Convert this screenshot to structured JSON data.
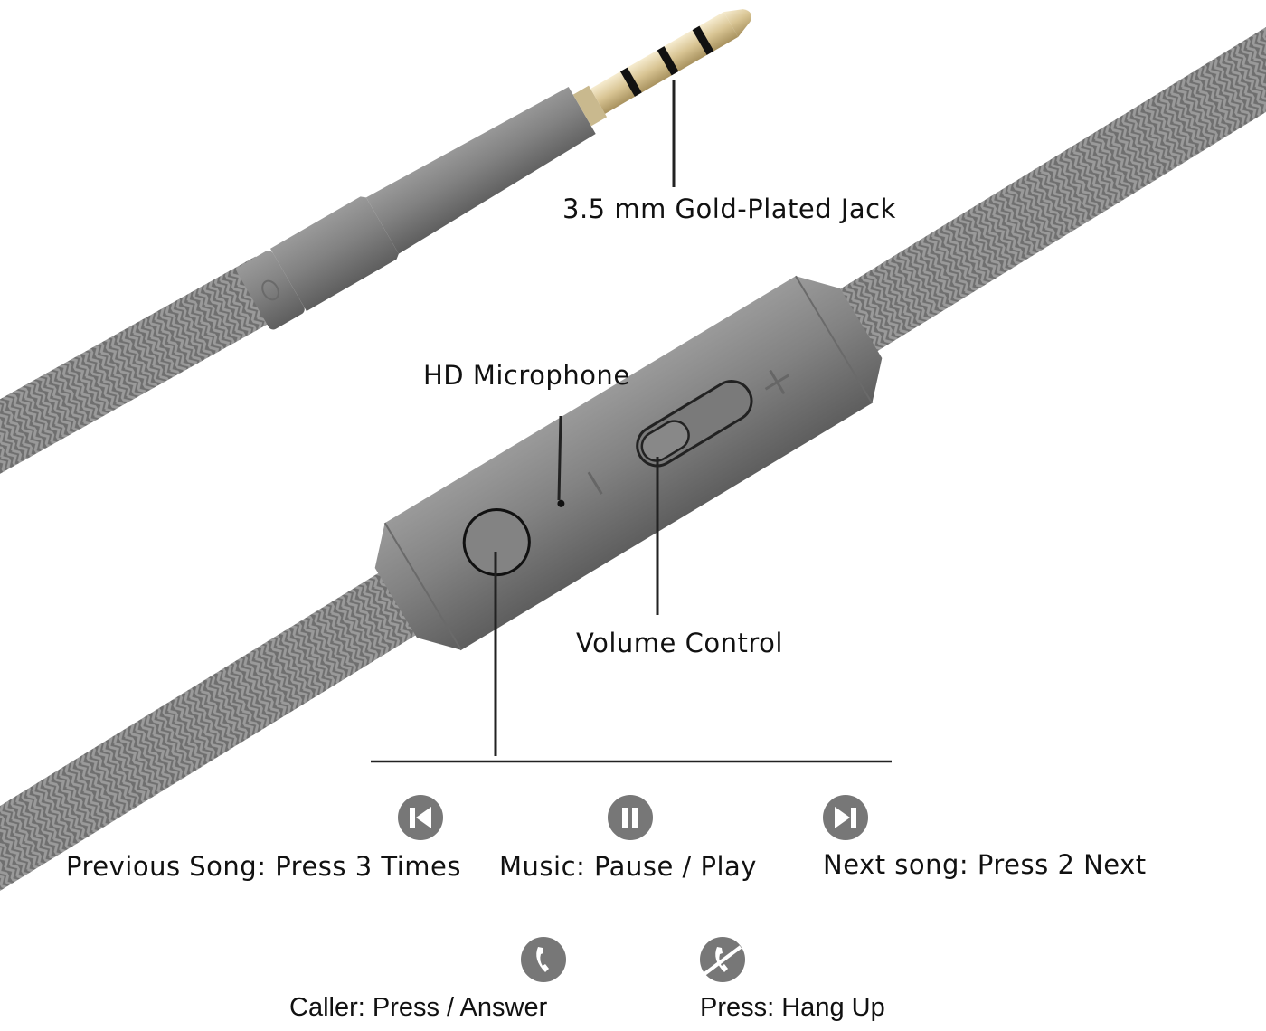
{
  "callouts": {
    "jack": "3.5 mm Gold-Plated Jack",
    "microphone": "HD Microphone",
    "volume": "Volume Control"
  },
  "functions": [
    {
      "icon": "previous-track-icon",
      "label": "Previous Song: Press 3 Times"
    },
    {
      "icon": "pause-icon",
      "label": "Music: Pause / Play"
    },
    {
      "icon": "next-track-icon",
      "label": "Next song: Press 2 Next"
    },
    {
      "icon": "phone-answer-icon",
      "label": "Caller: Press / Answer"
    },
    {
      "icon": "phone-hangup-icon",
      "label": "Press: Hang Up"
    }
  ],
  "colors": {
    "cable": "#7b7b7b",
    "housing": "#808080",
    "gold": "#d9c79a",
    "icon": "#777777"
  }
}
